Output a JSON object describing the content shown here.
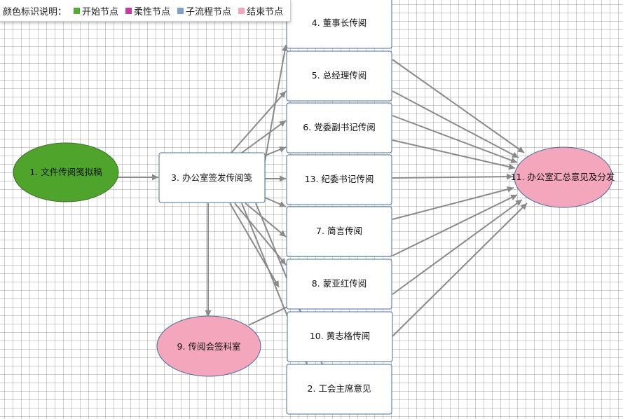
{
  "legend": {
    "title": "颜色标识说明：",
    "items": [
      {
        "label": "开始节点",
        "color": "#4fae32"
      },
      {
        "label": "柔性节点",
        "color": "#c73aa0"
      },
      {
        "label": "子流程节点",
        "color": "#7f9fd4"
      },
      {
        "label": "结束节点",
        "color": "#f0a7bb"
      }
    ]
  },
  "colors": {
    "start_fill": "#4fa52b",
    "end_fill": "#f4a6bc",
    "node_border": "#4a6f9c",
    "edge": "#8a8a8a"
  },
  "nodes": {
    "n1": "1. 文件传阅笺拟稿",
    "n3": "3. 办公室签发传阅笺",
    "n4": "4. 董事长传阅",
    "n5": "5. 总经理传阅",
    "n6": "6. 党委副书记传阅",
    "n13": "13. 纪委书记传阅",
    "n7": "7. 简言传阅",
    "n8": "8. 蒙亚红传阅",
    "n10": "10. 黄志格传阅",
    "n2": "2. 工会主席意见",
    "n9": "9. 传阅会签科室",
    "n11": "11. 办公室汇总意见及分发"
  }
}
